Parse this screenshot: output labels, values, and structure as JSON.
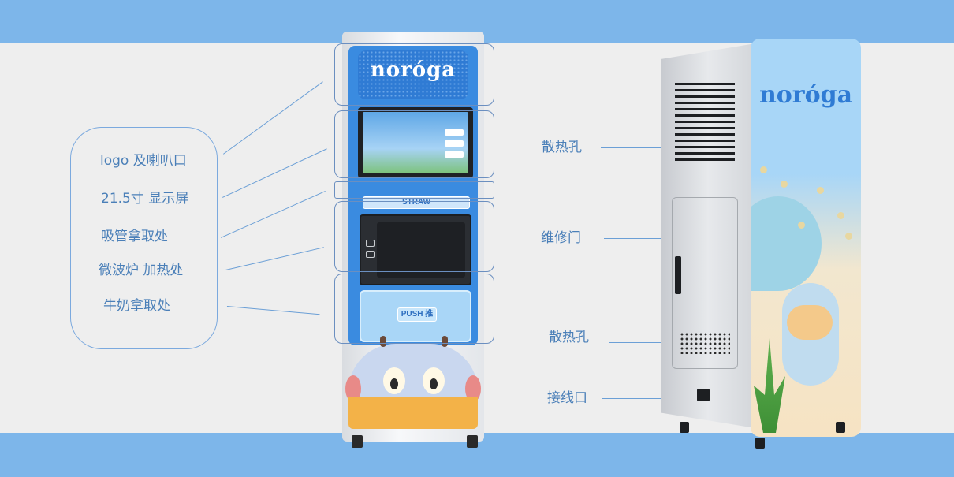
{
  "brand": {
    "logo_front": "noróga",
    "logo_side": "noróga"
  },
  "front_machine": {
    "straw_label": "STRAW",
    "push_label": "PUSH 推"
  },
  "left_callouts": {
    "items": [
      "logo 及喇叭口",
      "21.5寸 显示屏",
      "吸管拿取处",
      "微波炉 加热处",
      "牛奶拿取处"
    ]
  },
  "right_callouts": {
    "items": [
      "散热孔",
      "维修门",
      "散热孔",
      "接线口"
    ]
  },
  "colors": {
    "band": "#7db6ea",
    "label": "#4a7fb8",
    "machine_blue": "#3a8be0"
  }
}
